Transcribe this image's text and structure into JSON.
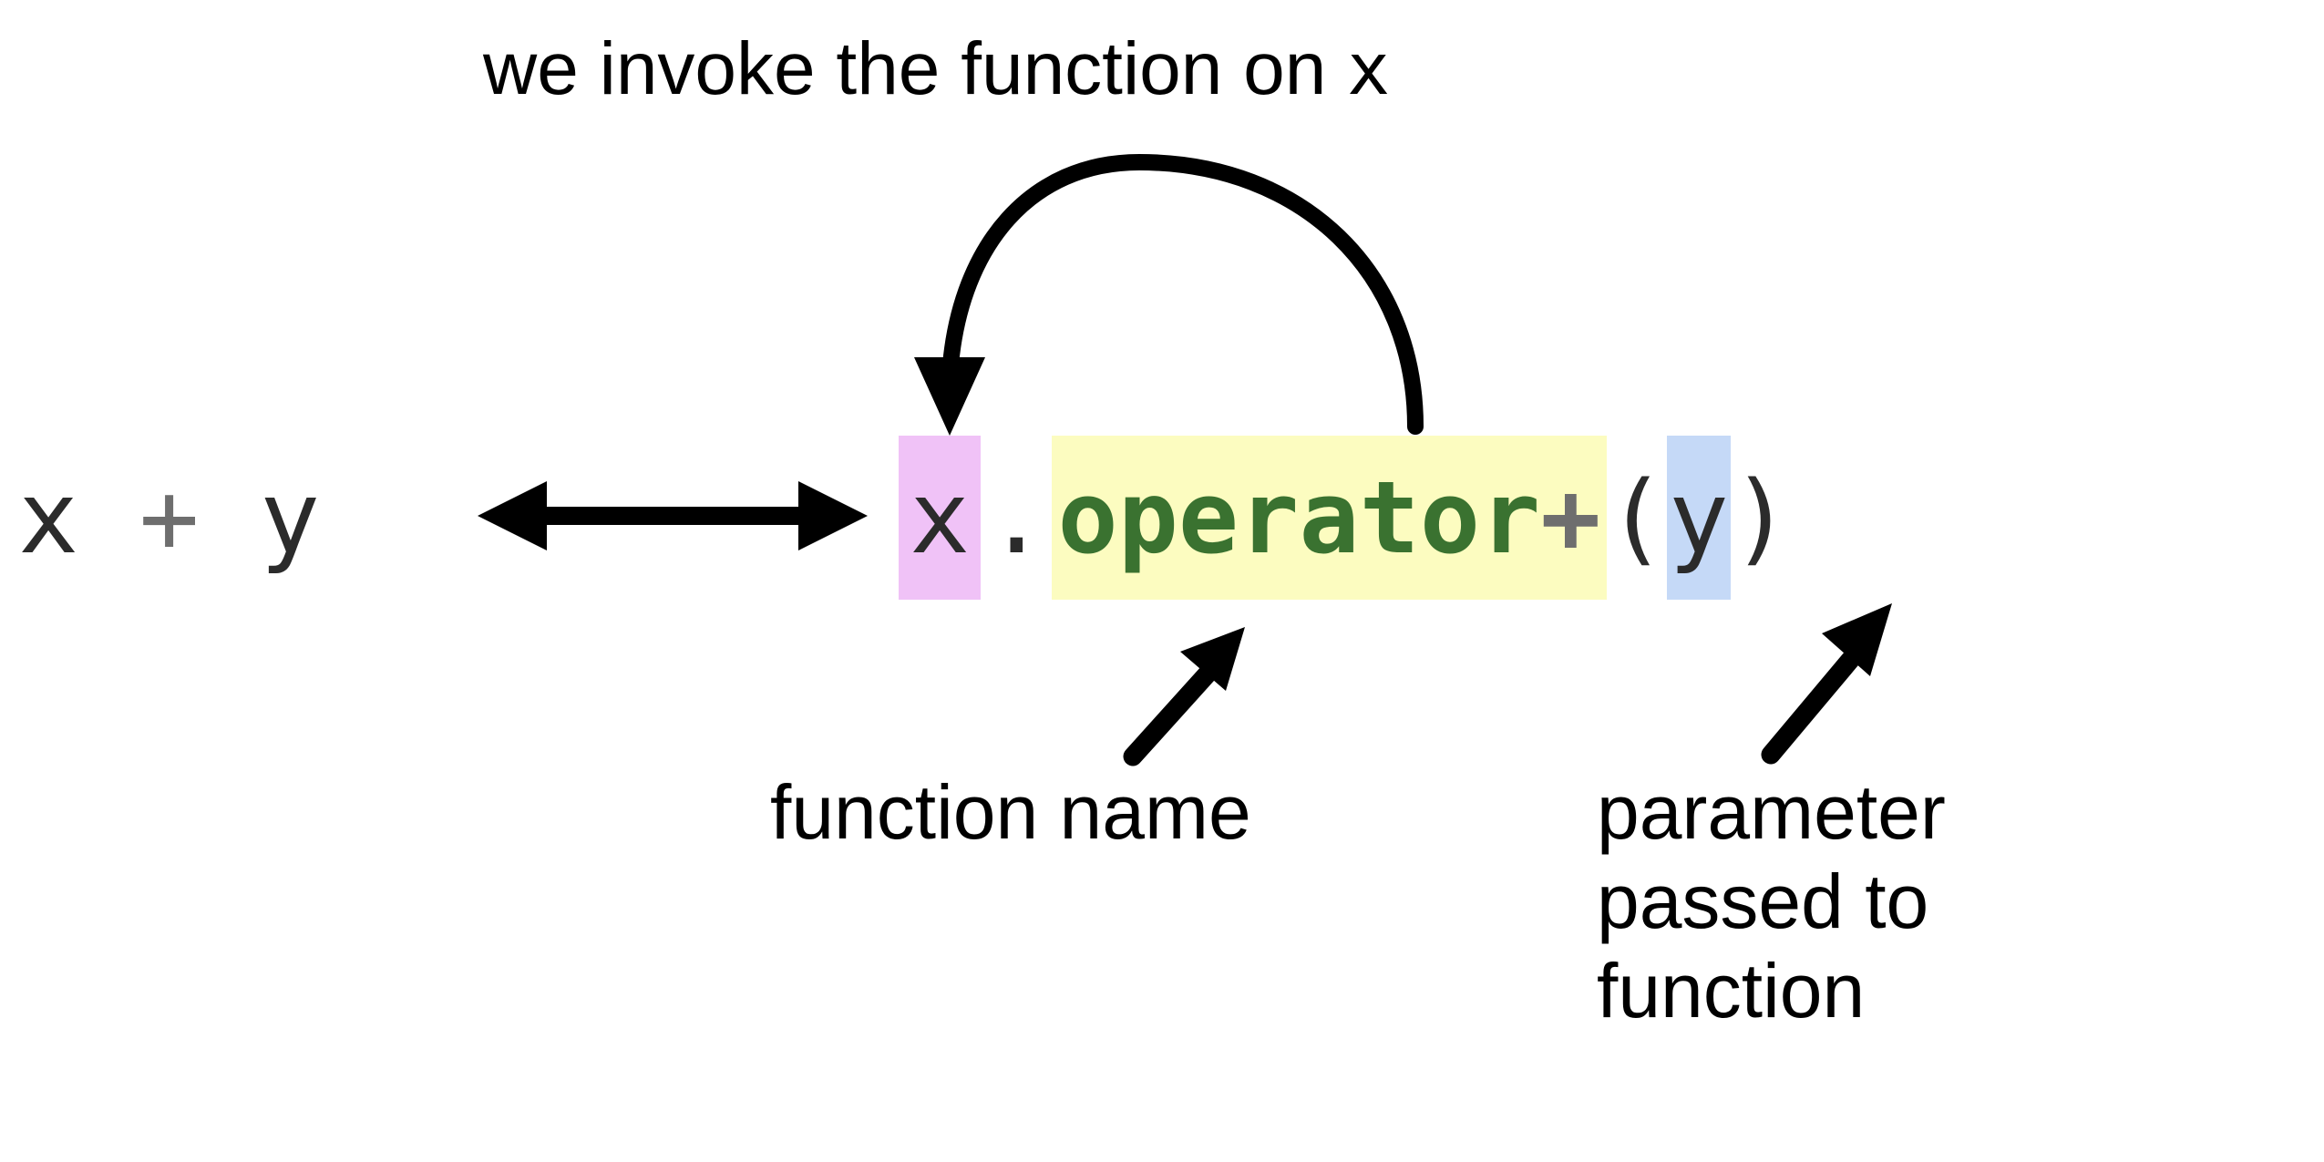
{
  "diagram": {
    "title_caption": "we invoke the function on ",
    "caption_mono_target": "x",
    "background_color": "#ffffff"
  },
  "left_expression": {
    "name": "infix-expression",
    "tokens": [
      {
        "text": "x",
        "role": "variable",
        "color": "#2b2b2b"
      },
      {
        "text": " ",
        "role": "space",
        "color": "#2b2b2b"
      },
      {
        "text": "+",
        "role": "operator",
        "color": "#6e6e6e"
      },
      {
        "text": " ",
        "role": "space",
        "color": "#2b2b2b"
      },
      {
        "text": "y",
        "role": "variable",
        "color": "#2b2b2b"
      }
    ],
    "full_text": "x + y"
  },
  "right_expression": {
    "name": "method-call-expression",
    "full_text": "x.operator+(y)",
    "receiver": {
      "text": "x",
      "highlight": "#f0c2f7",
      "color": "#2b2b2b"
    },
    "dot": {
      "text": ".",
      "color": "#2b2b2b"
    },
    "function_name": {
      "text": "operator",
      "highlight": "#fcfcc0",
      "color": "#3a7230"
    },
    "operator_symbol": {
      "text": "+",
      "highlight": "#fcfcc0",
      "color": "#6e6e6e"
    },
    "open_paren": {
      "text": "(",
      "color": "#2b2b2b"
    },
    "argument": {
      "text": "y",
      "highlight": "#c5d9f7",
      "color": "#2b2b2b"
    },
    "close_paren": {
      "text": ")",
      "color": "#2b2b2b"
    }
  },
  "labels": {
    "function_name": "function name",
    "parameter_line_1": "parameter",
    "parameter_line_2": "passed to",
    "parameter_line_3": "function"
  },
  "annotations": {
    "equivalence_arrow": "double-headed-arrow",
    "invoke_arrow": "curved-arrow-to-receiver",
    "function_name_arrow": "diagonal-arrow-to-function-name",
    "parameter_arrow": "diagonal-arrow-to-argument"
  },
  "colors": {
    "highlight_receiver": "#f0c2f7",
    "highlight_function": "#fcfcc0",
    "highlight_argument": "#c5d9f7",
    "green": "#3a7230",
    "gray_operator": "#6e6e6e",
    "dark_text": "#2b2b2b",
    "black": "#000000"
  }
}
